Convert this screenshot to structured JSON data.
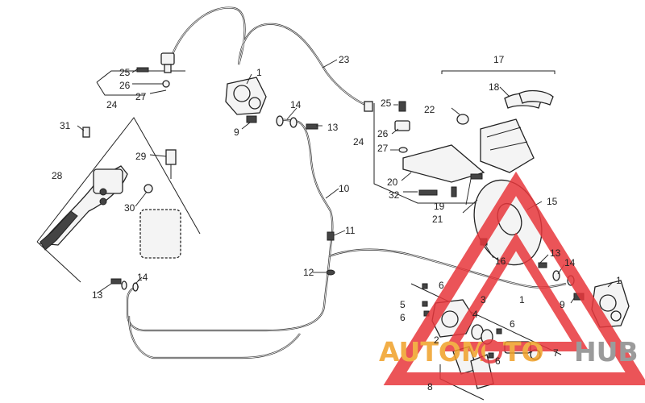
{
  "callouts": [
    {
      "id": "c1a",
      "label": "1"
    },
    {
      "id": "c1b",
      "label": "1"
    },
    {
      "id": "c1c",
      "label": "1"
    },
    {
      "id": "c2",
      "label": "2"
    },
    {
      "id": "c3",
      "label": "3"
    },
    {
      "id": "c4",
      "label": "4"
    },
    {
      "id": "c5",
      "label": "5"
    },
    {
      "id": "c6a",
      "label": "6"
    },
    {
      "id": "c6b",
      "label": "6"
    },
    {
      "id": "c6c",
      "label": "6"
    },
    {
      "id": "c6d",
      "label": "6"
    },
    {
      "id": "c7",
      "label": "7"
    },
    {
      "id": "c8",
      "label": "8"
    },
    {
      "id": "c9a",
      "label": "9"
    },
    {
      "id": "c9b",
      "label": "9"
    },
    {
      "id": "c10",
      "label": "10"
    },
    {
      "id": "c11",
      "label": "11"
    },
    {
      "id": "c12",
      "label": "12"
    },
    {
      "id": "c13a",
      "label": "13"
    },
    {
      "id": "c13b",
      "label": "13"
    },
    {
      "id": "c13c",
      "label": "13"
    },
    {
      "id": "c14a",
      "label": "14"
    },
    {
      "id": "c14b",
      "label": "14"
    },
    {
      "id": "c14c",
      "label": "14"
    },
    {
      "id": "c15",
      "label": "15"
    },
    {
      "id": "c16",
      "label": "16"
    },
    {
      "id": "c17",
      "label": "17"
    },
    {
      "id": "c18",
      "label": "18"
    },
    {
      "id": "c19",
      "label": "19"
    },
    {
      "id": "c20",
      "label": "20"
    },
    {
      "id": "c21",
      "label": "21"
    },
    {
      "id": "c22",
      "label": "22"
    },
    {
      "id": "c23",
      "label": "23"
    },
    {
      "id": "c24a",
      "label": "24"
    },
    {
      "id": "c24b",
      "label": "24"
    },
    {
      "id": "c25a",
      "label": "25"
    },
    {
      "id": "c25b",
      "label": "25"
    },
    {
      "id": "c26a",
      "label": "26"
    },
    {
      "id": "c26b",
      "label": "26"
    },
    {
      "id": "c27a",
      "label": "27"
    },
    {
      "id": "c27b",
      "label": "27"
    },
    {
      "id": "c28",
      "label": "28"
    },
    {
      "id": "c29",
      "label": "29"
    },
    {
      "id": "c30",
      "label": "30"
    },
    {
      "id": "c31",
      "label": "31"
    },
    {
      "id": "c32",
      "label": "32"
    }
  ],
  "watermark": {
    "text_part1": "AUTOM",
    "text_part2": "TO",
    "text_part3": "HUB",
    "color_primary": "#e8373c",
    "color_text": "#f0a028",
    "color_dark": "#8a8a8a"
  }
}
